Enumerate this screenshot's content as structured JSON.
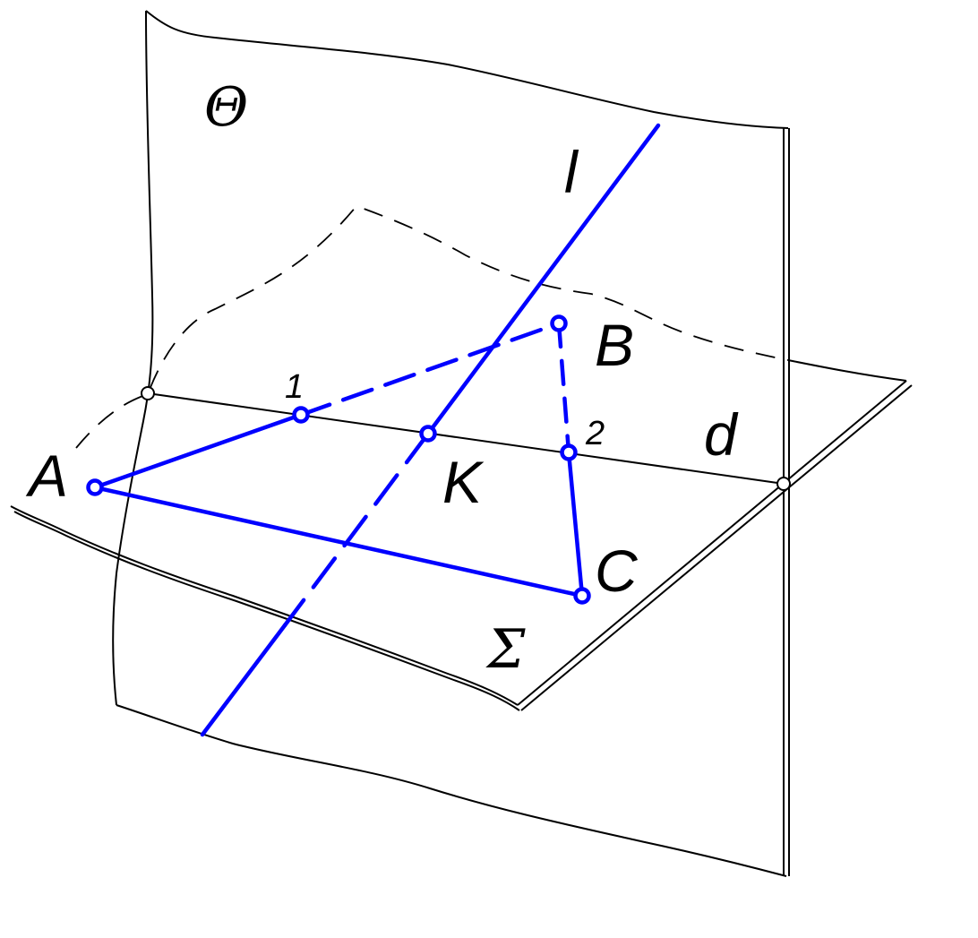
{
  "colors": {
    "plane_outline": "#000000",
    "construction": "#0000ff",
    "point_fill": "#ffffff"
  },
  "labels": {
    "plane_theta": "Θ",
    "plane_sigma": "Σ",
    "line_l": "l",
    "line_d": "d",
    "point_a": "A",
    "point_b": "B",
    "point_c": "C",
    "point_k": "K",
    "point_1": "1",
    "point_2": "2"
  }
}
